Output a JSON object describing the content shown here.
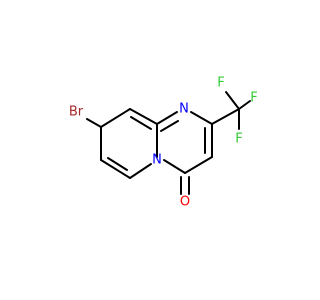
{
  "molecule": {
    "atoms": {
      "br": {
        "label": "Br",
        "color": "#a52a2a"
      },
      "n_ring": {
        "label": "N",
        "color": "#0000ff"
      },
      "n_bridge": {
        "label": "N",
        "color": "#0000ff"
      },
      "o": {
        "label": "O",
        "color": "#ff0000"
      },
      "f_top_left": {
        "label": "F",
        "color": "#33cc33"
      },
      "f_top_right": {
        "label": "F",
        "color": "#33cc33"
      },
      "f_bottom": {
        "label": "F",
        "color": "#33cc33"
      }
    },
    "bond_color": "#000000"
  }
}
